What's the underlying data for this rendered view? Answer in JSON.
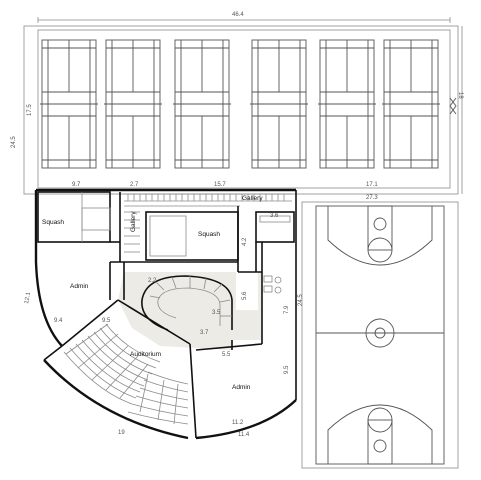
{
  "dimensions": {
    "top_width": "46.4",
    "left_total": "24.5",
    "left_inner": "17.5",
    "right_small": "18",
    "seg_1": "9.7",
    "seg_2": "2.7",
    "seg_3": "15.7",
    "seg_4": "17.1",
    "seg_5": "27.3",
    "arc_outer": "12.1",
    "arc_inner_1": "9.4",
    "arc_inner_2": "9.5",
    "bottom_1": "19",
    "bottom_2": "11.4",
    "bottom_3": "11.2",
    "right_mid": "7.9",
    "right_low": "9.5",
    "core_1": "5.5",
    "core_2": "3.6",
    "core_3": "3.5",
    "core_4": "3.7",
    "core_5": "5.6",
    "core_6": "4.2",
    "core_7": "2.2",
    "core_8": "24.5"
  },
  "rooms": {
    "squash_left": "Squash",
    "squash_right": "Squash",
    "gallery_left": "Gallery",
    "gallery_right": "Gallery",
    "admin_left": "Admin",
    "auditorium": "Auditorium",
    "admin_right": "Admin"
  }
}
